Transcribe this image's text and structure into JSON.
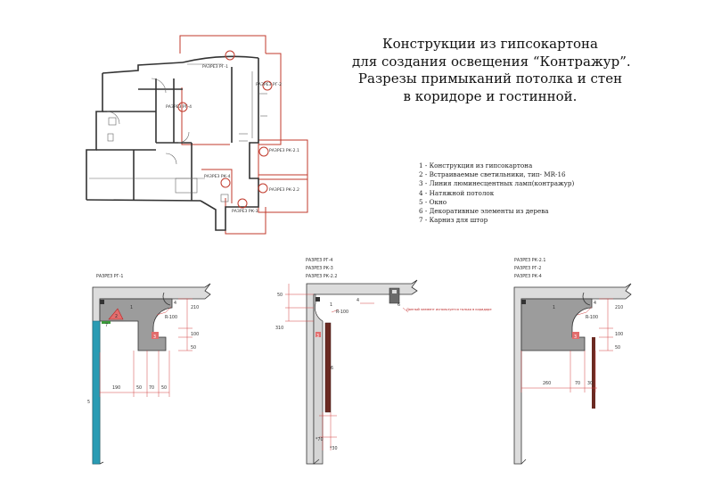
{
  "title_lines": [
    "Конструкции из гипсокартона",
    "для создания освещения “Контражур”.",
    "Разрезы примыканий потолка и стен",
    "в коридоре и гостинной."
  ],
  "legend": [
    "1 - Конструкция из гипсокартона",
    "2 - Встраиваемые светильники, тип- MR-16",
    "3 - Линия люминесцентных ламп(контражур)",
    "4 - Натяжной потолок",
    "5 - Окно",
    "6 - Декоративные элементы из дерева",
    "7 - Карниз для штор"
  ],
  "plan": {
    "labels": [
      "РАЗРЕЗ РГ-1",
      "РАЗРЕЗ РГ-2",
      "РАЗРЕЗ РГ-4",
      "РАЗРЕЗ РК-2.1",
      "РАЗРЕЗ РК-4",
      "РАЗРЕЗ РК-2.2",
      "РАЗРЕЗ РК-3"
    ]
  },
  "section1": {
    "label": "РАЗРЕЗ РГ-1",
    "radius": "R-100",
    "num_1": "1",
    "num_2": "2",
    "num_3": "3",
    "num_4": "4",
    "num_5": "5",
    "num_7": "7",
    "dims": [
      "210",
      "100",
      "50",
      "190",
      "50",
      "70",
      "50"
    ]
  },
  "section2": {
    "labels": [
      "РАЗРЕЗ РГ-4",
      "РАЗРЕЗ РК-3",
      "РАЗРЕЗ РК-2.2"
    ],
    "radius": "R-100",
    "num_1": "1",
    "num_3": "3",
    "num_4": "4",
    "num_6": "6",
    "num_6b": "6",
    "note": "Данный элемент используется только в коридоре",
    "dims": [
      "50",
      "310",
      "*70",
      "*30"
    ]
  },
  "section3": {
    "labels": [
      "РАЗРЕЗ РК-2.1",
      "РАЗРЕЗ РГ-2",
      "РАЗРЕЗ РК-4"
    ],
    "radius": "R-100",
    "num_1": "1",
    "num_3": "3",
    "num_4": "4",
    "dims": [
      "210",
      "100",
      "50",
      "260",
      "70",
      "30"
    ]
  }
}
